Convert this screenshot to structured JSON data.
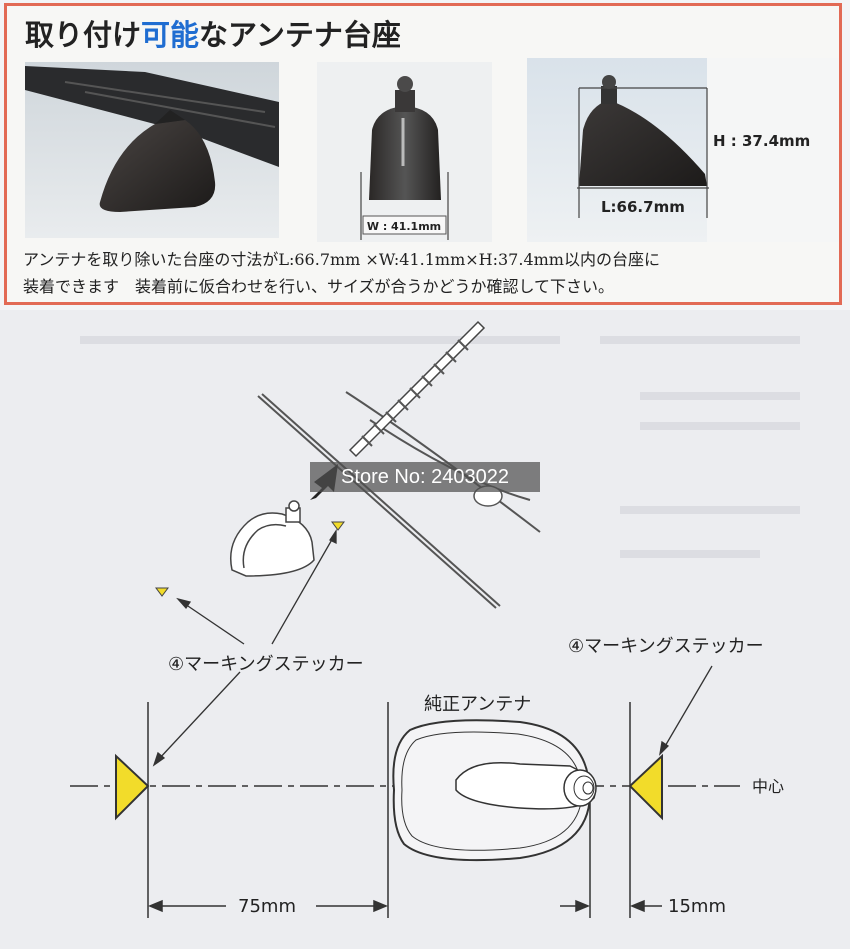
{
  "header": {
    "title_pre": "取り付け",
    "title_highlight": "可能",
    "title_post": "なアンテナ台座"
  },
  "photos": {
    "width_label": "W : 41.1mm",
    "height_label": "H : 37.4mm",
    "length_label": "L:66.7mm"
  },
  "caption": {
    "line1": "アンテナを取り除いた台座の寸法がL:66.7mm ×W:41.1mm×H:37.4mm以内の台座に",
    "line2": "装着できます　装着前に仮合わせを行い、サイズが合うかどうか確認して下さい。"
  },
  "diagram": {
    "watermark": "Store No: 2403022",
    "sticker_label_left": "④マーキングステッカー",
    "sticker_label_right": "④マーキングステッカー",
    "antenna_label": "純正アンテナ",
    "center_label": "中心",
    "dim_left": "75mm",
    "dim_right": "15mm",
    "colors": {
      "sticker": "#f2dc2a",
      "frame": "#e26a55",
      "highlight": "#1f6dd1"
    }
  }
}
